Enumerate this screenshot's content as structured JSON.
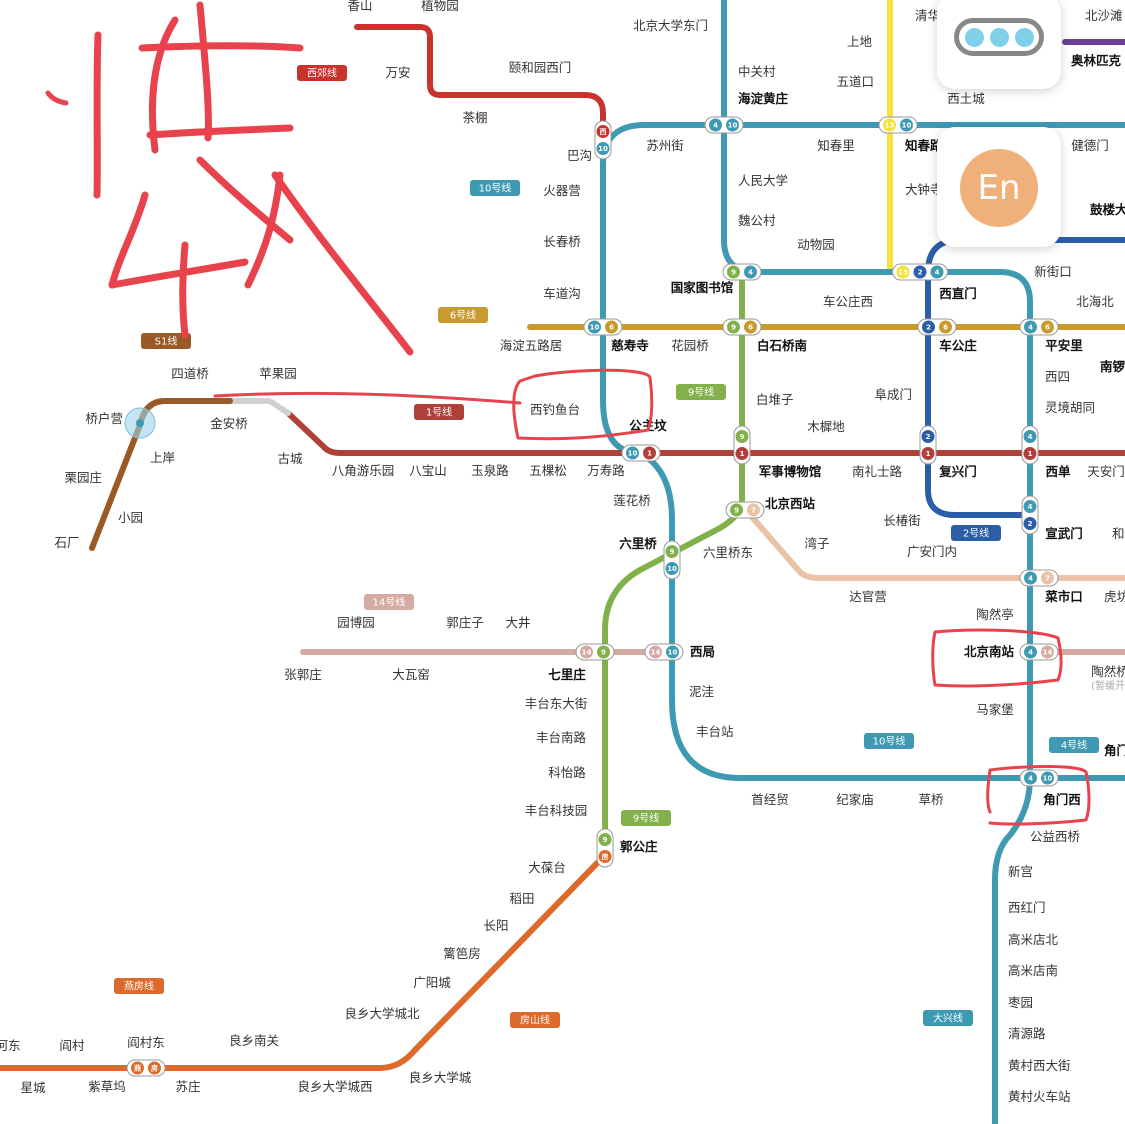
{
  "lines": [
    {
      "id": "line-1",
      "name": "1号线",
      "color": "#b0403a"
    },
    {
      "id": "line-2",
      "name": "2号线",
      "color": "#2a5fa8"
    },
    {
      "id": "line-4",
      "name": "4号线",
      "color": "#3e99b3"
    },
    {
      "id": "line-6",
      "name": "6号线",
      "color": "#c99b2e"
    },
    {
      "id": "line-9",
      "name": "9号线",
      "color": "#82b04b"
    },
    {
      "id": "line-10",
      "name": "10号线",
      "color": "#3e99b3"
    },
    {
      "id": "line-13",
      "name": "",
      "color": "#f5e23a"
    },
    {
      "id": "line-14",
      "name": "14号线",
      "color": "#d4aaa2"
    },
    {
      "id": "line-7",
      "name": "",
      "color": "#eac2a6"
    },
    {
      "id": "line-15",
      "name": "",
      "color": "#6a3f97"
    },
    {
      "id": "line-s1",
      "name": "S1线",
      "color": "#9b5a25"
    },
    {
      "id": "line-xijiao",
      "name": "西郊线",
      "color": "#c8332e"
    },
    {
      "id": "line-fangshan",
      "name": "房山线",
      "color": "#dd6a2b"
    },
    {
      "id": "line-yanfang",
      "name": "燕房线",
      "color": "#dd6a2b"
    },
    {
      "id": "line-daxing",
      "name": "大兴线",
      "color": "#3e99b3"
    }
  ],
  "stations": {
    "xiangshan": "香山",
    "zhiwuyuan": "植物园",
    "wanan": "万安",
    "chapeng": "茶棚",
    "yiheyuan_ximen": "颐和园西门",
    "bagou": "巴沟",
    "pku_east": "北京大学东门",
    "zhongguancun": "中关村",
    "haidian_huangzhuang": "海淀黄庄",
    "shangdi": "上地",
    "wudaokou": "五道口",
    "qinghua": "清华",
    "beishatan": "北沙滩",
    "olympic": "奥林匹克",
    "xitucheng": "西土城",
    "suzhoujie": "苏州街",
    "zhichunli": "知春里",
    "zhichunlu": "知春路",
    "jiandemen": "健德门",
    "huoqiying": "火器营",
    "renmin_univ": "人民大学",
    "dazhongsi": "大钟寺",
    "gulou": "鼓楼大",
    "weigongcun": "魏公村",
    "dongwuyuan": "动物园",
    "xinjiekou": "新街口",
    "changchunqiao": "长春桥",
    "guojia_lib": "国家图书馆",
    "xizhimen": "西直门",
    "chegou": "车道沟",
    "chegongzhuang_xi": "车公庄西",
    "beihaibei": "北海北",
    "haidian_wuluju": "海淀五路居",
    "cishousi": "慈寿寺",
    "huayuanqiao": "花园桥",
    "baishiqiao_nan": "白石桥南",
    "chegongzhuang": "车公庄",
    "pinganli": "平安里",
    "nanluo": "南锣",
    "xisi": "西四",
    "baiduizi": "白堆子",
    "fuchengmen": "阜成门",
    "lingjing": "灵境胡同",
    "sidaoqiao": "四道桥",
    "pingguoyuan": "苹果园",
    "qiaohuying": "桥户营",
    "jinanqiao": "金安桥",
    "xidiaoyutai": "西钓鱼台",
    "gongzhufen": "公主坟",
    "muxidi": "木樨地",
    "shangan": "上岸",
    "gucheng": "古城",
    "bajiao": "八角游乐园",
    "babaoshan": "八宝山",
    "yuquanlu": "玉泉路",
    "wukesong": "五棵松",
    "wanshoulu": "万寿路",
    "military_museum": "军事博物馆",
    "nanlishilu": "南礼士路",
    "fuxingmen": "复兴门",
    "xidan": "西单",
    "tiananmen_w": "天安门",
    "liyuanzhuang": "栗园庄",
    "xiaoyuan": "小园",
    "shichang": "石厂",
    "lianhuaqiao": "莲花桥",
    "beijing_west": "北京西站",
    "changchunjie": "长椿街",
    "xuanwumen": "宣武门",
    "he": "和",
    "liuliqiao": "六里桥",
    "liuliqiao_dong": "六里桥东",
    "wanzi": "湾子",
    "guanganmennei": "广安门内",
    "caishikou": "菜市口",
    "hufang": "虎坊",
    "daguanying": "达官营",
    "taorantng": "陶然亭",
    "yuanboyuan": "园博园",
    "guozhuangzi": "郭庄子",
    "dajing": "大井",
    "zhangguozhuang": "张郭庄",
    "dawayao": "大瓦窑",
    "qilizhuang": "七里庄",
    "xiju": "西局",
    "beijing_south": "北京南站",
    "taoranqiao": "陶然桥",
    "taoranqiao_note": "(暂缓开通)",
    "fengtai_dongdajie": "丰台东大街",
    "niwa": "泥洼",
    "fengtai_nanlu": "丰台南路",
    "fengtaizhan": "丰台站",
    "majiapu": "马家堡",
    "keyilu": "科怡路",
    "jiaomen": "角门",
    "fengtai_keji": "丰台科技园",
    "shoujingmao": "首经贸",
    "jijiamiao": "纪家庙",
    "caoqiao": "草桥",
    "jiaomen_xi": "角门西",
    "guogongzhuang": "郭公庄",
    "gongyi_xiqiao": "公益西桥",
    "dabaotai": "大葆台",
    "daotian": "稻田",
    "xingong": "新宫",
    "changyang": "长阳",
    "xihongmen": "西红门",
    "libafang": "篱笆房",
    "gaomidian_bei": "高米店北",
    "guangyangcheng": "广阳城",
    "gaomidian_nan": "高米店南",
    "liangxiang_ucity_bei": "良乡大学城北",
    "zaoyuan": "枣园",
    "qingyuanlu": "清源路",
    "he_dong": "河东",
    "yancun": "阎村",
    "yancun_dong": "阎村东",
    "liangxiang_nanguan": "良乡南关",
    "huangcun_xidajie": "黄村西大街",
    "xingcheng": "星城",
    "zicaowu": "紫草坞",
    "suzhuang": "苏庄",
    "liangxiang_ucity_xi": "良乡大学城西",
    "liangxiang_ucity": "良乡大学城",
    "huangcun_station": "黄村火车站"
  },
  "handwriting": {
    "text": "快好",
    "color": "#e8434c"
  },
  "floating_buttons": {
    "more_icon": "three-dots-icon",
    "language_label": "En",
    "language_color": "#f0b079"
  }
}
